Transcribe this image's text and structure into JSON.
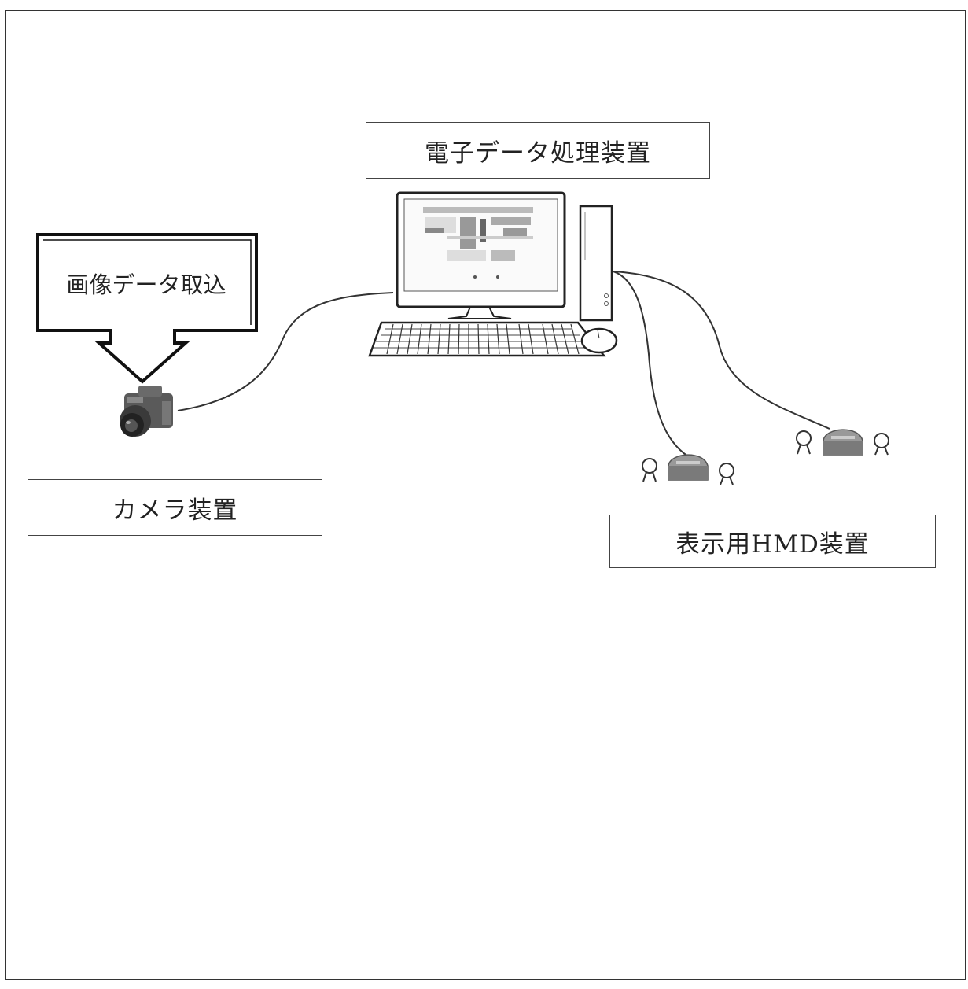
{
  "labels": {
    "edp_device": "電子データ処理装置",
    "camera_device": "カメラ装置",
    "hmd_device": "表示用HMD装置",
    "image_import": "画像データ取込"
  },
  "icons": {
    "computer": "desktop-computer-icon",
    "camera": "camera-icon",
    "hmd_1": "vr-headset-icon",
    "hmd_2": "vr-headset-icon"
  },
  "colors": {
    "line": "#333333",
    "device_gray": "#8a8a8a",
    "lens_dark": "#3a3a3a"
  }
}
